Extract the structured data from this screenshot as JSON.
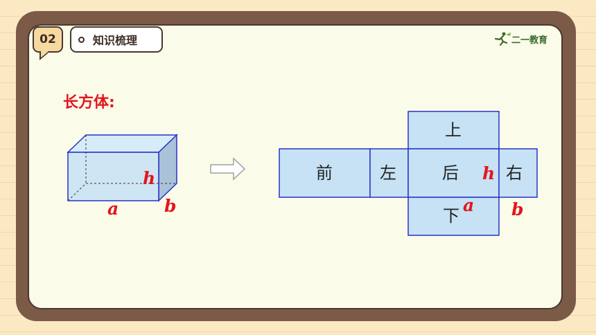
{
  "header": {
    "section_number": "02",
    "section_title": "知识梳理",
    "logo_text": "二一教育"
  },
  "main": {
    "title": "长方体:",
    "box_labels": {
      "length": "a",
      "width": "b",
      "height": "h"
    },
    "net": {
      "faces": {
        "top": "上",
        "front": "前",
        "left": "左",
        "back": "后",
        "right": "右",
        "bottom": "下"
      },
      "labels": {
        "height": "h",
        "length": "a",
        "width": "b"
      }
    }
  },
  "colors": {
    "accent_red": "#e3161b",
    "face_fill": "#c6e2f4",
    "edge_blue": "#2832c8",
    "board_brown": "#7b5a48"
  }
}
